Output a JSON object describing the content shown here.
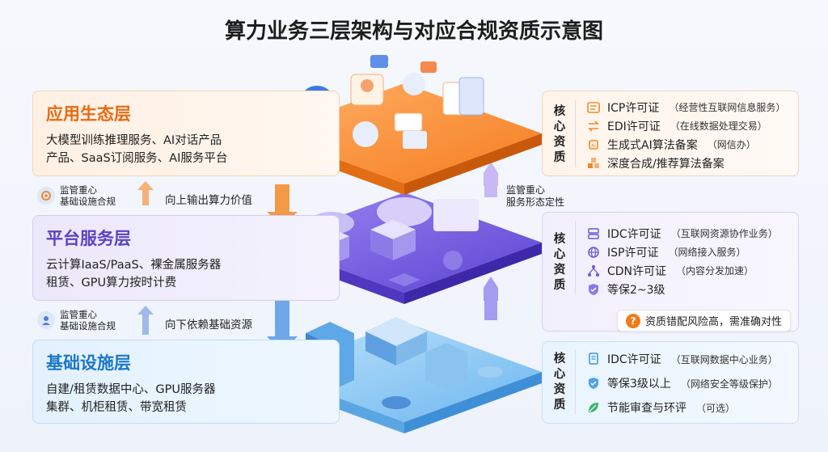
{
  "title": "算力业务三层架构与对应合规资质示意图",
  "layers": [
    {
      "name": "应用生态层",
      "desc_lines": [
        "大模型训练推理服务、AI对话产品",
        "产品、SaaS订阅服务、AI服务平台"
      ]
    },
    {
      "name": "平台服务层",
      "desc_lines": [
        "云计算IaaS/PaaS、裸金属服务器",
        "租赁、GPU算力按时计费"
      ]
    },
    {
      "name": "基础设施层",
      "desc_lines": [
        "自建/租赁数据中心、GPU服务器",
        "集群、机柜租赁、带宽租赁"
      ]
    }
  ],
  "reg_notes": [
    {
      "lines": [
        "监管重心",
        "基础设施合规"
      ],
      "flow": "向上输出算力价值"
    },
    {
      "lines": [
        "监管重心",
        "基础设施合规"
      ],
      "flow": "向下依赖基础资源"
    }
  ],
  "mid_note": [
    "监管重心",
    "服务形态定性"
  ],
  "core_label": "核心资质",
  "panels": {
    "app": [
      {
        "icon": "license-icon",
        "main": "ICP许可证",
        "sub": "（经营性互联网信息服务）"
      },
      {
        "icon": "exchange-icon",
        "main": "EDI许可证",
        "sub": "（在线数据处理交易）"
      },
      {
        "icon": "ai-chip-icon",
        "main": "生成式AI算法备案",
        "sub": "（网信办）"
      },
      {
        "icon": "cubes-icon",
        "main": "深度合成/推荐算法备案",
        "sub": ""
      }
    ],
    "platform": [
      {
        "icon": "server-icon",
        "main": "IDC许可证",
        "sub": "（互联网资源协作业务）"
      },
      {
        "icon": "globe-icon",
        "main": "ISP许可证",
        "sub": "（网络接入服务）"
      },
      {
        "icon": "network-icon",
        "main": "CDN许可证",
        "sub": "（内容分发加速）"
      },
      {
        "icon": "shield-icon",
        "main": "等保2~3级",
        "sub": ""
      }
    ],
    "platform_warning": "资质错配风险高，需准确对性",
    "infra": [
      {
        "icon": "certificate-icon",
        "main": "IDC许可证",
        "sub": "（互联网数据中心业务）"
      },
      {
        "icon": "shield-check-icon",
        "main": "等保3级以上",
        "sub": "（网络安全等级保护）"
      },
      {
        "icon": "leaf-icon",
        "main": "节能审查与环评",
        "sub": "（可选）"
      }
    ]
  },
  "colors": {
    "app": "#f08a2c",
    "platform": "#6a55d8",
    "infra": "#3a92e0"
  }
}
